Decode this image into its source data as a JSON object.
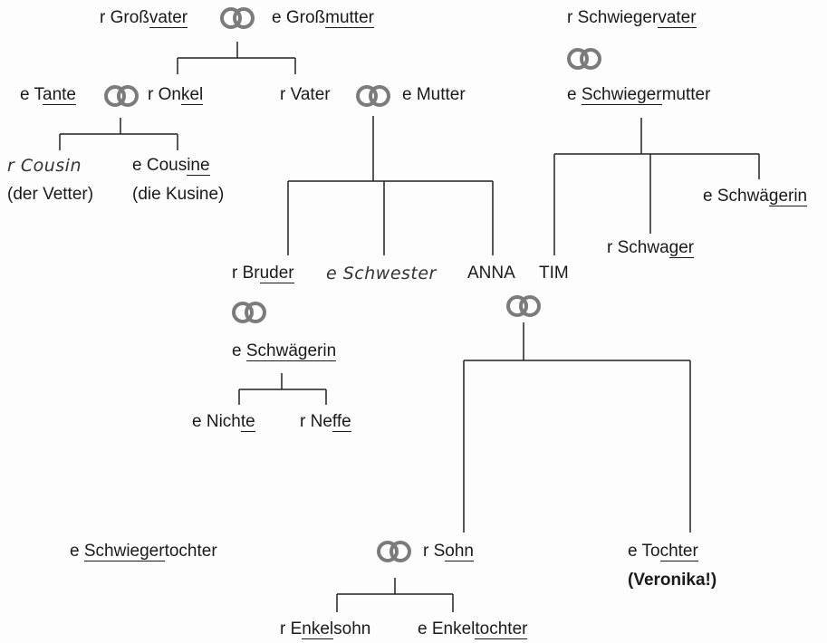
{
  "people": {
    "grandfather": {
      "pre": "r Groß",
      "u": "vater",
      "post": ""
    },
    "grandmother": {
      "pre": "e Groß",
      "u": "mutter",
      "post": ""
    },
    "father_in_law": {
      "pre": "r Schwieger",
      "u": "vater",
      "post": ""
    },
    "aunt": {
      "pre": "e T",
      "u": "ante",
      "post": ""
    },
    "uncle": {
      "pre": "r On",
      "u": "kel",
      "post": ""
    },
    "father": {
      "pre": "r Vater",
      "u": "",
      "post": ""
    },
    "mother": {
      "pre": "e Mutter",
      "u": "",
      "post": ""
    },
    "mother_in_law": {
      "pre": "e ",
      "u": "Schwieger",
      "post": "mutter"
    },
    "cousin_m": {
      "pre": "r Cousin",
      "u": "",
      "post": ""
    },
    "cousin_m_alt": {
      "pre": "(der Vetter)",
      "u": "",
      "post": ""
    },
    "cousin_f": {
      "pre": "e Cous",
      "u": "ine",
      "post": ""
    },
    "cousin_f_alt": {
      "pre": "(die Kusine)",
      "u": "",
      "post": ""
    },
    "sister_in_law_right": {
      "pre": "e Schwä",
      "u": "gerin",
      "post": ""
    },
    "brother_in_law": {
      "pre": "r Schwa",
      "u": "ger",
      "post": ""
    },
    "brother": {
      "pre": "r Br",
      "u": "uder",
      "post": ""
    },
    "sister": {
      "pre": "e Schwester",
      "u": "",
      "post": ""
    },
    "anna": {
      "pre": "ANNA",
      "u": "",
      "post": ""
    },
    "tim": {
      "pre": "TIM",
      "u": "",
      "post": ""
    },
    "sister_in_law_left": {
      "pre": "e ",
      "u": "Schwägerin",
      "post": ""
    },
    "niece": {
      "pre": "e Nich",
      "u": "te",
      "post": ""
    },
    "nephew": {
      "pre": "r Ne",
      "u": "ffe",
      "post": ""
    },
    "daughter_in_law": {
      "pre": "e ",
      "u": "Schwieger",
      "post": "tochter"
    },
    "son": {
      "pre": "r S",
      "u": "ohn",
      "post": ""
    },
    "daughter": {
      "pre": "e To",
      "u": "chter",
      "post": ""
    },
    "daughter_name": {
      "pre": "(Veronika!)",
      "u": "",
      "post": ""
    },
    "grandson": {
      "pre": "r E",
      "u": "nkel",
      "post": "sohn"
    },
    "granddaughter": {
      "pre": "e Enkel",
      "u": "tochter",
      "post": ""
    }
  },
  "colors": {
    "ring": "#7b7b7b",
    "line": "#222222",
    "text": "#1a1a1a"
  },
  "icons": {
    "marriage": "wedding-rings-icon"
  }
}
